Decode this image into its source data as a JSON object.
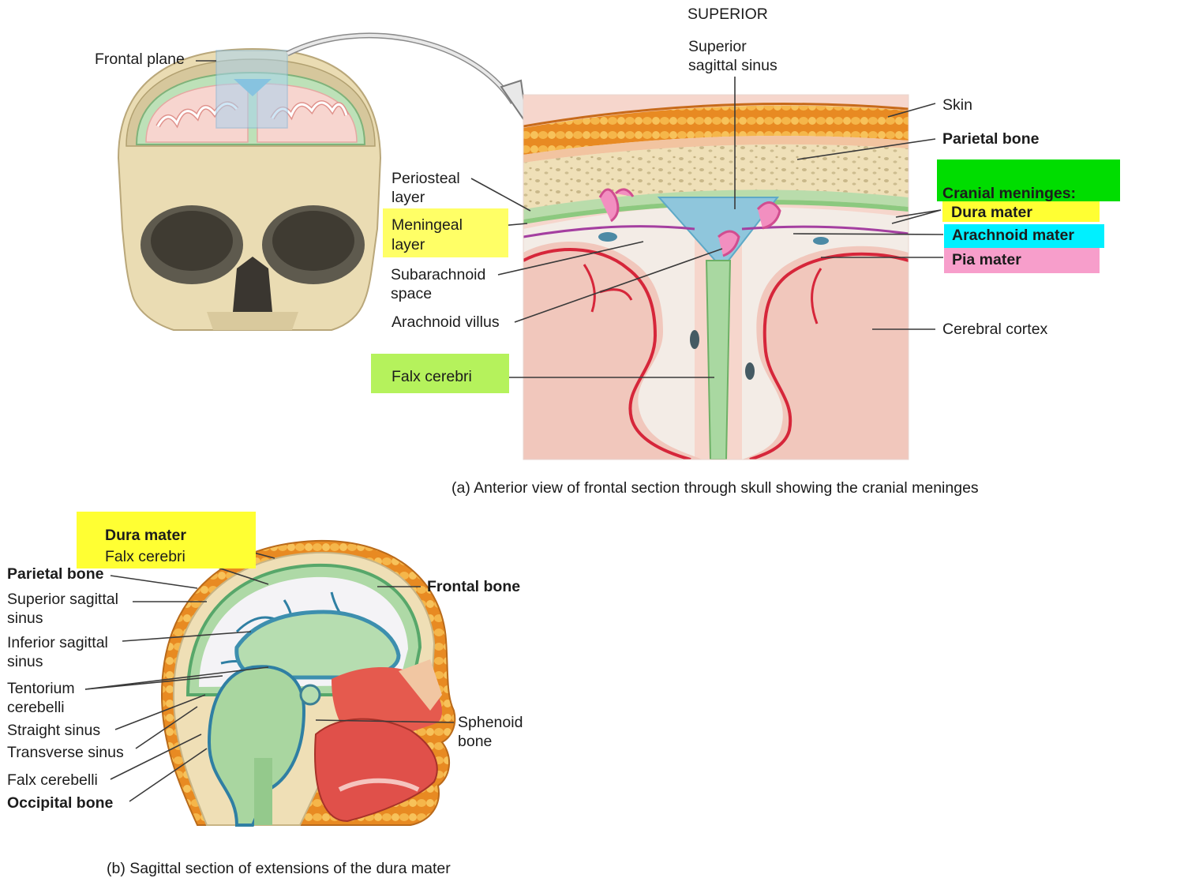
{
  "panel_a": {
    "orientation": "SUPERIOR",
    "caption": "(a) Anterior view of frontal section through skull showing the cranial meninges",
    "labels": {
      "frontal_plane": "Frontal plane",
      "superior_sagittal_sinus_1": "Superior",
      "superior_sagittal_sinus_2": "sagittal sinus",
      "skin": "Skin",
      "parietal_bone": "Parietal bone",
      "cranial_meninges": "Cranial meninges:",
      "dura_mater": "Dura mater",
      "arachnoid_mater": "Arachnoid mater",
      "pia_mater": "Pia mater",
      "cerebral_cortex": "Cerebral cortex",
      "periosteal_layer_1": "Periosteal",
      "periosteal_layer_2": "layer",
      "meningeal_layer_1": "Meningeal",
      "meningeal_layer_2": "layer",
      "subarachnoid_space_1": "Subarachnoid",
      "subarachnoid_space_2": "space",
      "arachnoid_villus": "Arachnoid villus",
      "falx_cerebri": "Falx cerebri"
    }
  },
  "panel_b": {
    "caption": "(b) Sagittal section of extensions of the dura mater",
    "labels": {
      "dura_mater": "Dura mater",
      "falx_cerebri": "Falx cerebri",
      "parietal_bone": "Parietal bone",
      "superior_sagittal_sinus_1": "Superior sagittal",
      "superior_sagittal_sinus_2": "sinus",
      "inferior_sagittal_sinus_1": "Inferior sagittal",
      "inferior_sagittal_sinus_2": "sinus",
      "tentorium_cerebelli_1": "Tentorium",
      "tentorium_cerebelli_2": "cerebelli",
      "straight_sinus": "Straight sinus",
      "transverse_sinus": "Transverse sinus",
      "falx_cerebelli": "Falx cerebelli",
      "occipital_bone": "Occipital bone",
      "frontal_bone": "Frontal bone",
      "sphenoid_bone_1": "Sphenoid",
      "sphenoid_bone_2": "bone"
    }
  },
  "colors": {
    "highlight_yellow": "#ffff33",
    "highlight_pale_yellow": "#ffff66",
    "highlight_green": "#00dd00",
    "highlight_lime": "#b5f25c",
    "highlight_cyan": "#00f0ff",
    "highlight_pink": "#f79ecb",
    "dura_green": "#a8d6a0",
    "sinus_blue": "#86c3dc",
    "bone_tan": "#efdfb6",
    "cortex_pink": "#f6d2c8",
    "vessel_red": "#d6263a",
    "fat_orange": "#f2a13a"
  }
}
